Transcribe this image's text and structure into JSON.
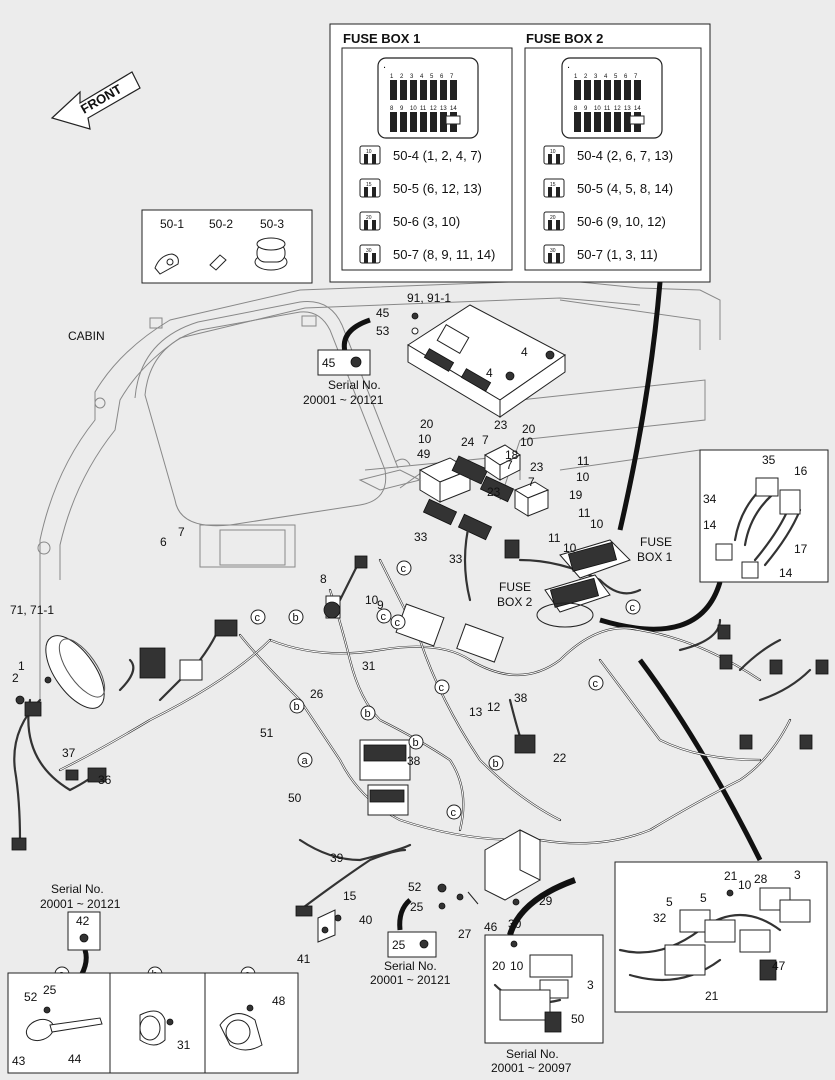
{
  "front_label": "FRONT",
  "cabin_label": "CABIN",
  "fuse_box_1": {
    "title": "FUSE BOX 1",
    "slots_top": [
      "1",
      "2",
      "3",
      "4",
      "5",
      "6",
      "7"
    ],
    "slots_bottom": [
      "8",
      "9",
      "10",
      "11",
      "12",
      "13",
      "14"
    ],
    "fuses": [
      {
        "amp": "10",
        "text": "50-4 (1, 2, 4, 7)"
      },
      {
        "amp": "15",
        "text": "50-5 (6, 12, 13)"
      },
      {
        "amp": "20",
        "text": "50-6 (3, 10)"
      },
      {
        "amp": "30",
        "text": "50-7 (8, 9, 11, 14)"
      }
    ]
  },
  "fuse_box_2": {
    "title": "FUSE BOX 2",
    "slots_top": [
      "1",
      "2",
      "3",
      "4",
      "5",
      "6",
      "7"
    ],
    "slots_bottom": [
      "8",
      "9",
      "10",
      "11",
      "12",
      "13",
      "14"
    ],
    "fuses": [
      {
        "amp": "10",
        "text": "50-4 (2, 6, 7, 13)"
      },
      {
        "amp": "15",
        "text": "50-5 (4, 5, 8, 14)"
      },
      {
        "amp": "20",
        "text": "50-6 (9, 10, 12)"
      },
      {
        "amp": "30",
        "text": "50-7 (1, 3, 11)"
      }
    ]
  },
  "clamp_box": {
    "labels": [
      "50-1",
      "50-2",
      "50-3"
    ]
  },
  "serial_notes": {
    "serial_label": "Serial No.",
    "range_a": "20001 ~ 20121",
    "range_b": "20001 ~ 20121",
    "range_c": "20001 ~ 20121",
    "range_d": "20001 ~ 20097",
    "part_45": "45",
    "part_42": "42",
    "part_25": "25"
  },
  "fuse_callouts": {
    "box1_a": "FUSE",
    "box1_b": "BOX 1",
    "box2_a": "FUSE",
    "box2_b": "BOX 2"
  },
  "clip_types": {
    "a": "a",
    "b": "b",
    "c": "c"
  },
  "detail_labels": {
    "a_parts": [
      "52",
      "25",
      "43",
      "44"
    ],
    "b_parts": [
      "31"
    ],
    "c_parts": [
      "48"
    ],
    "connector_parts": [
      "35",
      "16",
      "34",
      "17",
      "14",
      "14"
    ],
    "relay_parts": [
      "21",
      "10",
      "28",
      "3",
      "5",
      "5",
      "32",
      "47",
      "21"
    ],
    "relay_small_parts": [
      "20",
      "10",
      "3",
      "50"
    ]
  },
  "callouts": [
    {
      "n": "91, 91-1"
    },
    {
      "n": "45"
    },
    {
      "n": "53"
    },
    {
      "n": "4"
    },
    {
      "n": "4"
    },
    {
      "n": "20"
    },
    {
      "n": "10"
    },
    {
      "n": "23"
    },
    {
      "n": "7"
    },
    {
      "n": "10"
    },
    {
      "n": "20"
    },
    {
      "n": "24"
    },
    {
      "n": "18"
    },
    {
      "n": "49"
    },
    {
      "n": "23"
    },
    {
      "n": "7"
    },
    {
      "n": "11"
    },
    {
      "n": "10"
    },
    {
      "n": "19"
    },
    {
      "n": "23"
    },
    {
      "n": "7"
    },
    {
      "n": "33"
    },
    {
      "n": "33"
    },
    {
      "n": "11"
    },
    {
      "n": "10"
    },
    {
      "n": "11"
    },
    {
      "n": "10"
    },
    {
      "n": "7"
    },
    {
      "n": "6"
    },
    {
      "n": "8"
    },
    {
      "n": "10"
    },
    {
      "n": "9"
    },
    {
      "n": "71, 71-1"
    },
    {
      "n": "1"
    },
    {
      "n": "2"
    },
    {
      "n": "26"
    },
    {
      "n": "31"
    },
    {
      "n": "51"
    },
    {
      "n": "13"
    },
    {
      "n": "12"
    },
    {
      "n": "38"
    },
    {
      "n": "22"
    },
    {
      "n": "37"
    },
    {
      "n": "36"
    },
    {
      "n": "38"
    },
    {
      "n": "50"
    },
    {
      "n": "39"
    },
    {
      "n": "15"
    },
    {
      "n": "40"
    },
    {
      "n": "41"
    },
    {
      "n": "52"
    },
    {
      "n": "25"
    },
    {
      "n": "46"
    },
    {
      "n": "27"
    },
    {
      "n": "30"
    },
    {
      "n": "29"
    }
  ]
}
